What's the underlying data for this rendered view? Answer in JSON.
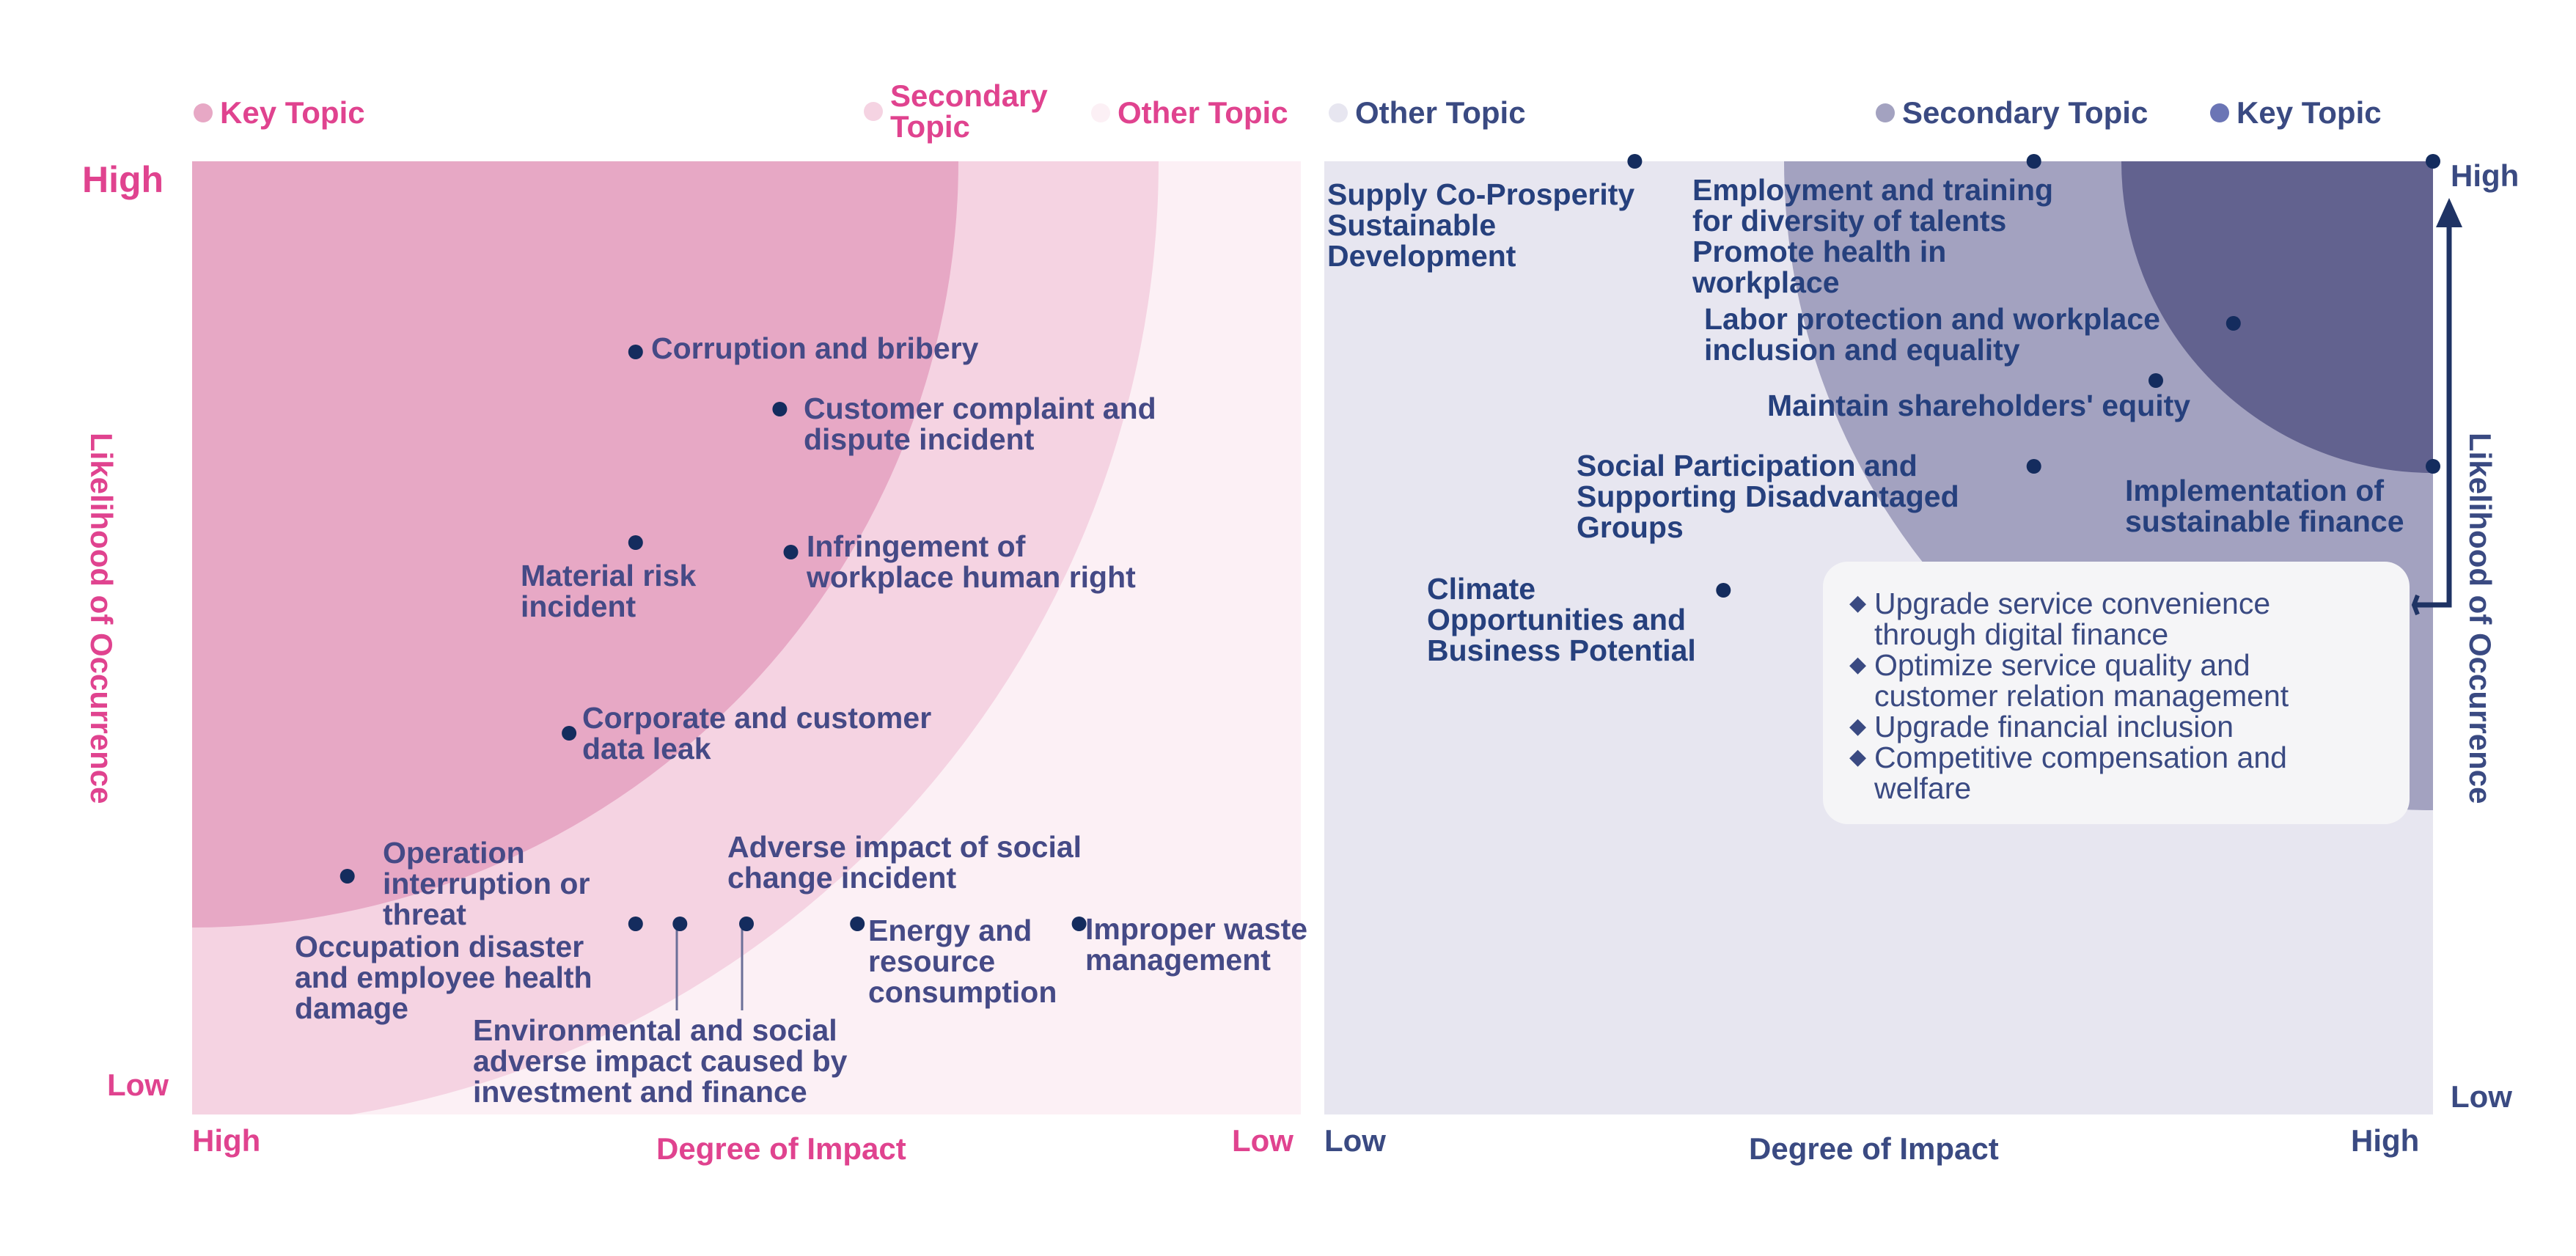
{
  "colors": {
    "pink_accent": "#e0438f",
    "navy_accent": "#3a4a82",
    "pink_key": "#e7a8c5",
    "pink_secondary": "#f5d3e2",
    "pink_other": "#fcf0f5",
    "navy_key": "#62628f",
    "navy_secondary": "#a3a2c0",
    "navy_other": "#e7e6f0",
    "point": "#142c5e"
  },
  "legend_left": [
    {
      "label": "Key Topic",
      "color": "#e7a8c5"
    },
    {
      "label": "Secondary\nTopic",
      "color": "#f5d3e2"
    },
    {
      "label": "Other Topic",
      "color": "#fcf0f5"
    }
  ],
  "legend_right": [
    {
      "label": "Other Topic",
      "color": "#e7e6f0"
    },
    {
      "label": "Secondary Topic",
      "color": "#a3a2c0"
    },
    {
      "label": "Key Topic",
      "color": "#6b75b5"
    }
  ],
  "left_axes": {
    "y_title": "Likelihood of Occurrence",
    "y_high": "High",
    "y_low": "Low",
    "x_title": "Degree of Impact",
    "x_left": "High",
    "x_right": "Low"
  },
  "right_axes": {
    "y_title": "Likelihood of Occurrence",
    "y_high": "High",
    "y_low": "Low",
    "x_title": "Degree of Impact",
    "x_left": "Low",
    "x_right": "High"
  },
  "chart_data": [
    {
      "type": "scatter",
      "title": "",
      "xlabel": "Degree of Impact",
      "ylabel": "Likelihood of Occurrence",
      "x_direction": "High to Low (left to right)",
      "y_direction": "Low to High (bottom to top)",
      "scale": "relative 0-100",
      "zones": [
        "Key Topic",
        "Secondary Topic",
        "Other Topic"
      ],
      "points": [
        {
          "label": "Corruption and bribery",
          "impact": 60,
          "likelihood": 80
        },
        {
          "label": "Customer complaint and\ndispute incident",
          "impact": 47,
          "likelihood": 74
        },
        {
          "label": "Material risk\nincident",
          "impact": 60,
          "likelihood": 60
        },
        {
          "label": "Infringement of\nworkplace human right",
          "impact": 46,
          "likelihood": 59
        },
        {
          "label": "Corporate and customer\ndata leak",
          "impact": 66,
          "likelihood": 40
        },
        {
          "label": "Operation\ninterruption or\nthreat",
          "impact": 86,
          "likelihood": 25
        },
        {
          "label": "Occupation disaster\nand employee health\ndamage",
          "impact": 60,
          "likelihood": 20
        },
        {
          "label": "Environmental and social\nadverse impact caused by\ninvestment and finance",
          "impact": 56,
          "likelihood": 20
        },
        {
          "label": "Adverse impact of social\nchange incident",
          "impact": 50,
          "likelihood": 20
        },
        {
          "label": "Energy and\nresource\nconsumption",
          "impact": 40,
          "likelihood": 20
        },
        {
          "label": "Improper waste\nmanagement",
          "impact": 20,
          "likelihood": 20
        }
      ]
    },
    {
      "type": "scatter",
      "title": "",
      "xlabel": "Degree of Impact",
      "ylabel": "Likelihood of Occurrence",
      "x_direction": "Low to High (left to right)",
      "y_direction": "Low to High (bottom to top)",
      "scale": "relative 0-100",
      "zones": [
        "Other Topic",
        "Secondary Topic",
        "Key Topic"
      ],
      "points": [
        {
          "label": "Supply Co-Prosperity\nSustainable\nDevelopment",
          "impact": 28,
          "likelihood": 100
        },
        {
          "label": "Employment and training\nfor diversity of talents\nPromote health in\nworkplace",
          "impact": 64,
          "likelihood": 100
        },
        {
          "label": "",
          "impact": 100,
          "likelihood": 100
        },
        {
          "label": "Labor protection and workplace\ninclusion and equality",
          "impact": 82,
          "likelihood": 83
        },
        {
          "label": "Maintain shareholders' equity",
          "impact": 75,
          "likelihood": 77
        },
        {
          "label": "Social Participation and\nSupporting Disadvantaged\nGroups",
          "impact": 64,
          "likelihood": 68
        },
        {
          "label": "Implementation of\nsustainable finance",
          "impact": 100,
          "likelihood": 68
        },
        {
          "label": "Climate\nOpportunities and\nBusiness Potential",
          "impact": 36,
          "likelihood": 55
        }
      ],
      "grouped_topics": [
        "Upgrade service convenience\nthrough digital finance",
        "Optimize service quality and\ncustomer relation management",
        "Upgrade financial inclusion",
        "Competitive compensation and\nwelfare"
      ]
    }
  ]
}
